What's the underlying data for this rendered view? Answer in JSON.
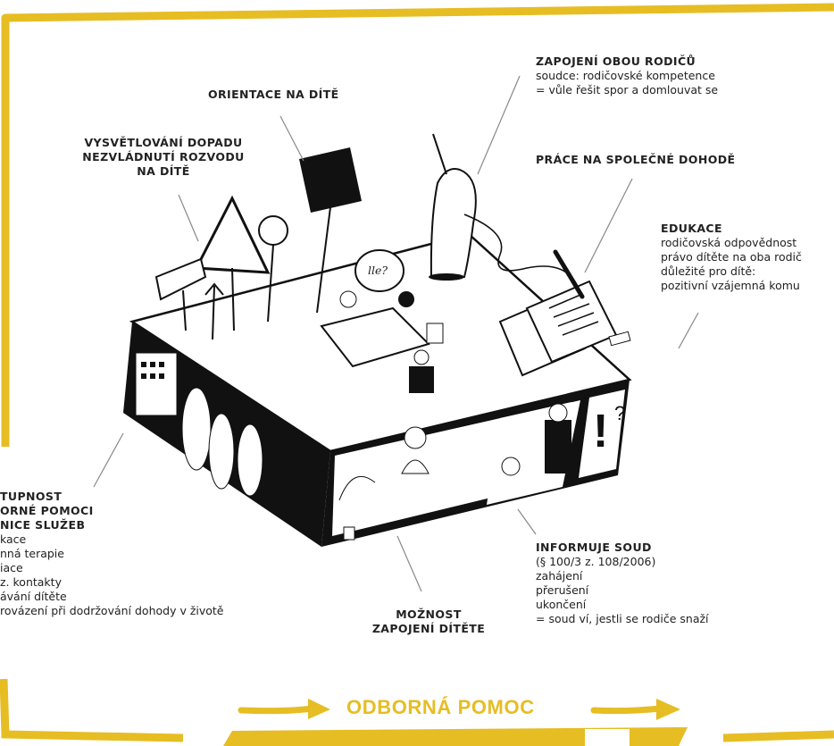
{
  "colors": {
    "accent": "#e6bd23",
    "ink": "#1a1a1a",
    "text": "#222222"
  },
  "labels": {
    "orientace": {
      "title": "ORIENTACE NA DÍTĚ"
    },
    "vysvetlovani": {
      "lines": [
        "VYSVĚTLOVÁNÍ DOPADU",
        "NEZVLÁDNUTÍ ROZVODU",
        "NA DÍTĚ"
      ]
    },
    "zapojeni_rodicu": {
      "title": "ZAPOJENÍ OBOU RODIČŮ",
      "lines": [
        "soudce: rodičovské kompetence",
        "= vůle řešit spor a domlouvat se"
      ]
    },
    "prace": {
      "title": "PRÁCE NA SPOLEČNÉ DOHODĚ"
    },
    "edukace": {
      "title": "EDUKACE",
      "lines": [
        "rodičovská odpovědnost",
        "právo dítěte na oba rodič",
        "důležité pro dítě:",
        "pozitivní vzájemná komu"
      ]
    },
    "dostupnost": {
      "title_lines": [
        "TUPNOST",
        "ORNÉ POMOCI",
        "NICE SLUŽEB"
      ],
      "lines": [
        "kace",
        "nná terapie",
        "iace",
        "z. kontakty",
        "ávání dítěte",
        "rovázení při dodržování dohody v životě"
      ]
    },
    "informuje": {
      "title": "INFORMUJE SOUD",
      "lines": [
        "(§ 100/3 z. 108/2006)",
        "zahájení",
        "přerušení",
        "ukončení",
        "= soud ví, jestli se rodiče snaží"
      ]
    },
    "moznost": {
      "lines": [
        "MOŽNOST",
        "ZAPOJENÍ DÍTĚTE"
      ]
    },
    "speech": "lle?",
    "exclaim": "!?"
  },
  "footer": {
    "title": "ODBORNÁ POMOC"
  }
}
